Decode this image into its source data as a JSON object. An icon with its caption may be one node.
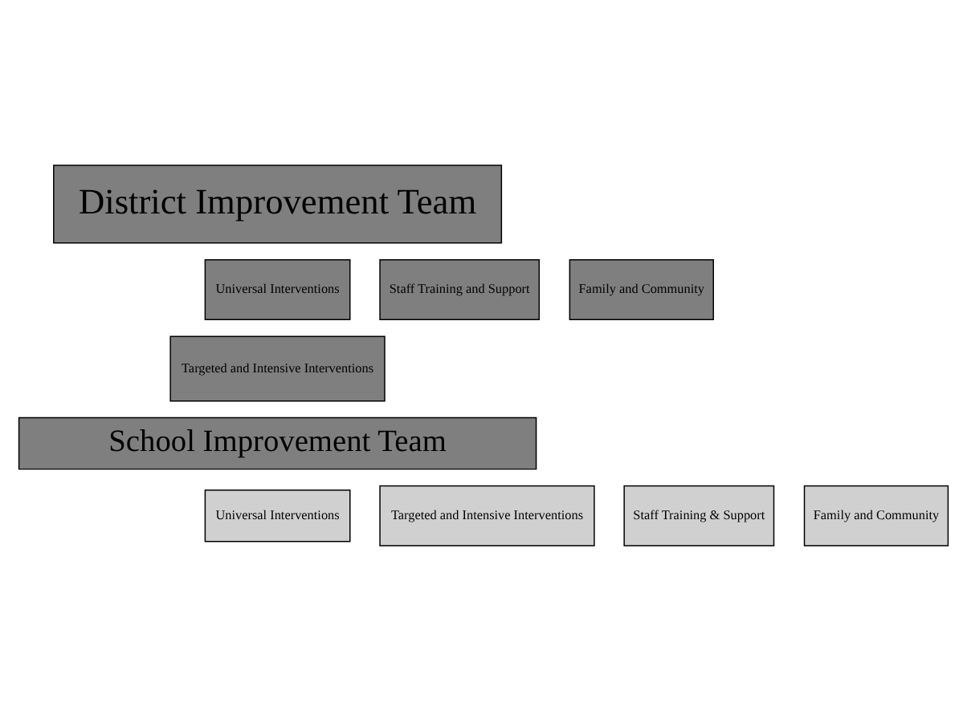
{
  "diagram": {
    "nodes": [
      {
        "text": [
          "District Improvement Team"
        ]
      },
      {
        "text": [
          "Universal Interventions"
        ]
      },
      {
        "text": [
          "Targeted and Intensive Interventions"
        ]
      },
      {
        "text": [
          "Staff Training and Support"
        ]
      },
      {
        "text": [
          "Family and Community"
        ]
      },
      {
        "text": [
          "School Improvement Team"
        ]
      },
      {
        "text": [
          "Universal Interventions"
        ]
      },
      {
        "text": [
          "Targeted and Intensive Interventions"
        ]
      },
      {
        "text": [
          "Staff Training & Support"
        ]
      },
      {
        "text": [
          "Family and Community"
        ]
      }
    ]
  }
}
